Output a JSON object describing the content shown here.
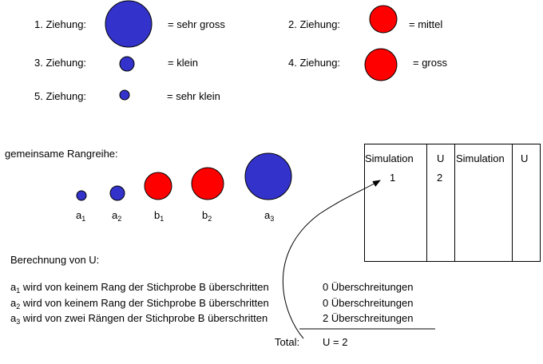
{
  "colors": {
    "blue": "#3333cc",
    "red": "#ff0000",
    "stroke": "#000000"
  },
  "legend": [
    {
      "label": "1. Ziehung:",
      "size_label": "= sehr gross",
      "color": "blue"
    },
    {
      "label": "2. Ziehung:",
      "size_label": "= mittel",
      "color": "red"
    },
    {
      "label": "3. Ziehung:",
      "size_label": "= klein",
      "color": "blue"
    },
    {
      "label": "4. Ziehung:",
      "size_label": "= gross",
      "color": "red"
    },
    {
      "label": "5. Ziehung:",
      "size_label": "= sehr klein",
      "color": "blue"
    }
  ],
  "rank": {
    "title": "gemeinsame Rangreihe:",
    "items": [
      {
        "letter": "a",
        "index": "1",
        "color": "blue"
      },
      {
        "letter": "a",
        "index": "2",
        "color": "blue"
      },
      {
        "letter": "b",
        "index": "1",
        "color": "red"
      },
      {
        "letter": "b",
        "index": "2",
        "color": "red"
      },
      {
        "letter": "a",
        "index": "3",
        "color": "blue"
      }
    ]
  },
  "table": {
    "headers": [
      "Simulation",
      "U",
      "Simulation",
      "U"
    ],
    "rows": [
      [
        "1",
        "2",
        "",
        ""
      ]
    ]
  },
  "calc": {
    "title": "Berechnung von U:",
    "lines": [
      {
        "letter": "a",
        "index": "1",
        "text": " wird von keinem Rang der Stichprobe B überschritten",
        "result": "0 Überschreitungen"
      },
      {
        "letter": "a",
        "index": "2",
        "text": " wird von keinem Rang der Stichprobe B überschritten",
        "result": "0 Überschreitungen"
      },
      {
        "letter": "a",
        "index": "3",
        "text": " wird von zwei Rängen der Stichprobe B überschritten",
        "result": "2 Überschreitungen"
      }
    ],
    "total_label": "Total:",
    "total_value": "U = 2"
  }
}
